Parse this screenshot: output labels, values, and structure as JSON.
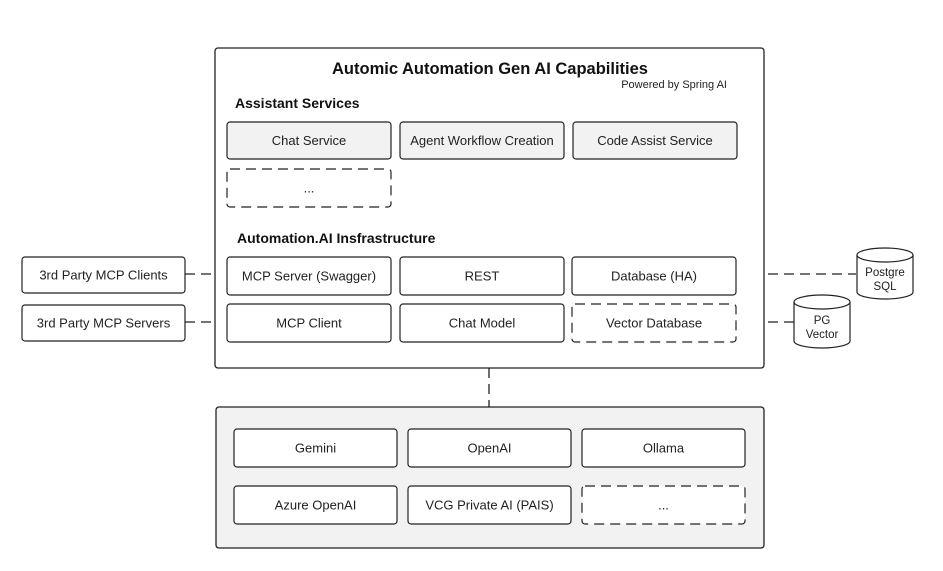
{
  "main_panel": {
    "title": "Automic Automation Gen AI Capabilities",
    "subtitle": "Powered by Spring AI"
  },
  "assistant_services": {
    "heading": "Assistant Services",
    "items": [
      "Chat Service",
      "Agent Workflow Creation",
      "Code Assist Service",
      "..."
    ]
  },
  "infrastructure": {
    "heading": "Automation.AI Insfrastructure",
    "row1": [
      "MCP Server (Swagger)",
      "REST",
      "Database (HA)"
    ],
    "row2": [
      "MCP Client",
      "Chat Model",
      "Vector Database"
    ]
  },
  "external": {
    "clients": "3rd Party MCP Clients",
    "servers": "3rd Party MCP Servers"
  },
  "databases": {
    "postgres": [
      "Postgre",
      "SQL"
    ],
    "pgvector": [
      "PG",
      "Vector"
    ]
  },
  "providers": {
    "items": [
      "Gemini",
      "OpenAI",
      "Ollama",
      "Azure OpenAI",
      "VCG Private AI (PAIS)",
      "..."
    ]
  },
  "colors": {
    "stroke": "#222222",
    "panel_fill": "#ffffff",
    "box_fill": "#f2f2f2",
    "provider_panel_fill": "#f2f2f2",
    "provider_box_fill": "#ffffff"
  }
}
